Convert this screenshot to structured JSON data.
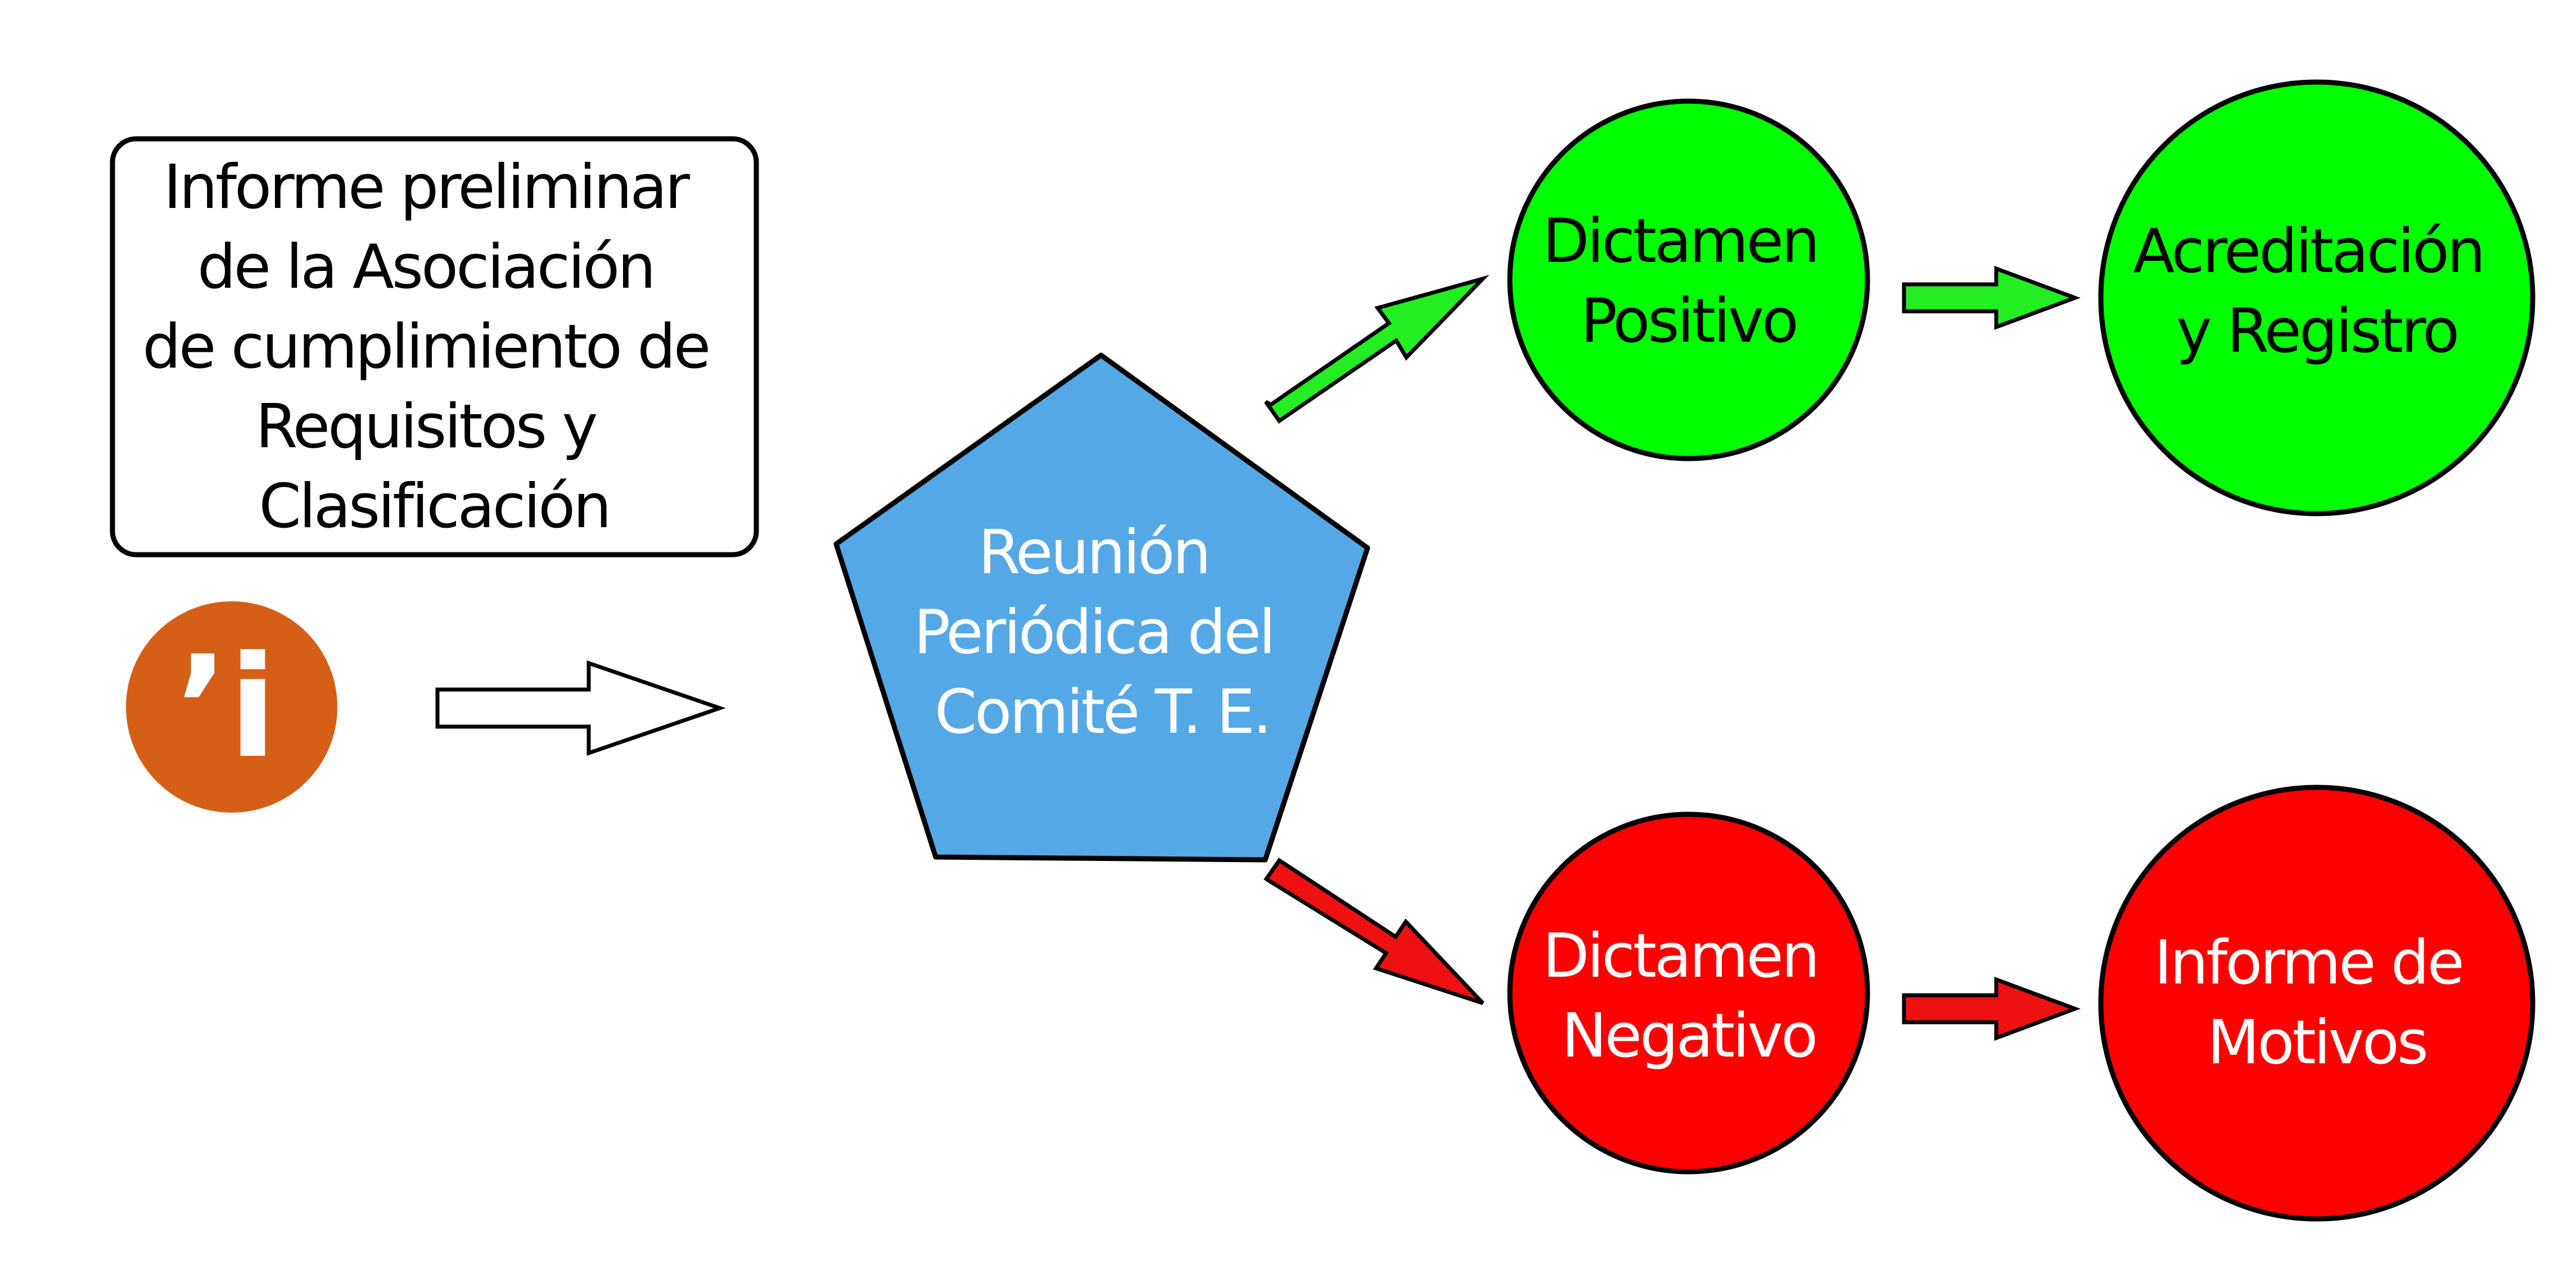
{
  "diagram": {
    "preliminary_report": {
      "lines": [
        "Informe preliminar",
        "de la Asociación",
        "de cumplimiento de",
        "Requisitos y",
        "Clasificación"
      ]
    },
    "info_logo": {
      "glyph": "’i",
      "color": "#D55F16"
    },
    "committee_meeting": {
      "lines": [
        "Reunión",
        "Periódica del",
        "Comité T. E."
      ],
      "color": "#55A8E6"
    },
    "positive_opinion": {
      "lines": [
        "Dictamen",
        "Positivo"
      ],
      "color": "#00FF00"
    },
    "accreditation": {
      "lines": [
        "Acreditación",
        "y Registro"
      ],
      "color": "#00FF00"
    },
    "negative_opinion": {
      "lines": [
        "Dictamen",
        "Negativo"
      ],
      "color": "#FF0000"
    },
    "reasons_report": {
      "lines": [
        "Informe de",
        "Motivos"
      ],
      "color": "#FF0000"
    },
    "arrow_colors": {
      "neutral": "#FFFFFF",
      "positive": "#22EE22",
      "negative": "#EE1111"
    }
  }
}
